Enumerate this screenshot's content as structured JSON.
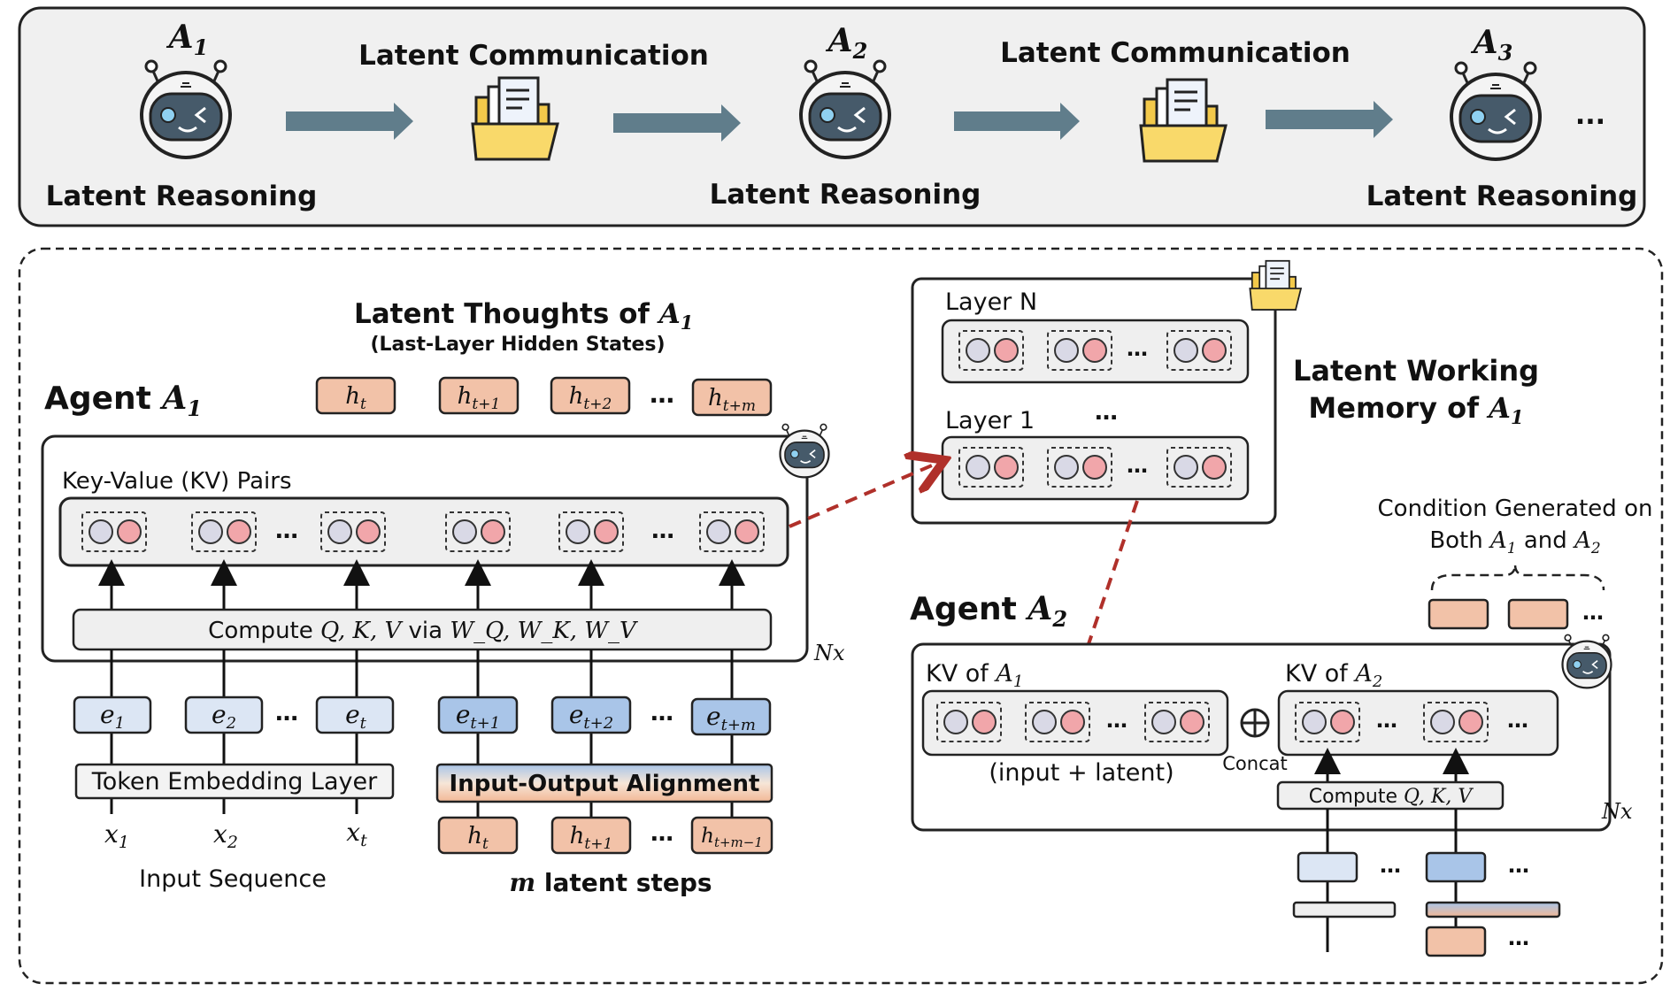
{
  "top_panel": {
    "agents": [
      {
        "name": "A",
        "sub": "1",
        "caption": "Latent Reasoning"
      },
      {
        "name": "A",
        "sub": "2",
        "caption": "Latent Reasoning"
      },
      {
        "name": "A",
        "sub": "3",
        "caption": "Latent Reasoning"
      }
    ],
    "communication_labels": [
      "Latent Communication",
      "Latent Communication"
    ],
    "ellipsis": "..."
  },
  "agent1": {
    "title_prefix": "Agent ",
    "title_var": "A",
    "title_sub": "1",
    "thoughts_title": "Latent Thoughts of ",
    "thoughts_var": "A",
    "thoughts_sub": "1",
    "thoughts_subtitle": "(Last-Layer Hidden States)",
    "latent_outputs": [
      {
        "base": "h",
        "sub": "t"
      },
      {
        "base": "h",
        "sub": "t+1"
      },
      {
        "base": "h",
        "sub": "t+2"
      },
      {
        "base": "h",
        "sub": "t+m"
      }
    ],
    "kv_label": "Key-Value (KV) Pairs",
    "compute_label_prefix": "Compute ",
    "compute_label_math": "Q, K, V",
    "compute_label_via": " via ",
    "compute_label_weights": "W_Q, W_K, W_V",
    "nx_label": "Nx",
    "embeddings": [
      {
        "base": "e",
        "sub": "1"
      },
      {
        "base": "e",
        "sub": "2"
      },
      {
        "base": "e",
        "sub": "t"
      },
      {
        "base": "e",
        "sub": "t+1"
      },
      {
        "base": "e",
        "sub": "t+2"
      },
      {
        "base": "e",
        "sub": "t+m"
      }
    ],
    "token_embedding_label": "Token Embedding Layer",
    "alignment_label": "Input-Output Alignment",
    "inputs": [
      {
        "base": "x",
        "sub": "1"
      },
      {
        "base": "x",
        "sub": "2"
      },
      {
        "base": "x",
        "sub": "t"
      }
    ],
    "latent_inputs": [
      {
        "base": "h",
        "sub": "t"
      },
      {
        "base": "h",
        "sub": "t+1"
      },
      {
        "base": "h",
        "sub": "t+m−1"
      }
    ],
    "input_sequence_label": "Input Sequence",
    "latent_steps_var": "m",
    "latent_steps_label": " latent steps"
  },
  "memory": {
    "layer_top": "Layer N",
    "layer_bottom": "Layer 1",
    "title_line1": "Latent Working",
    "title_line2_prefix": "Memory of ",
    "title_var": "A",
    "title_sub": "1"
  },
  "agent2": {
    "title_prefix": "Agent ",
    "title_var": "A",
    "title_sub": "2",
    "kv_a1_label": "KV of ",
    "kv_a1_var": "A",
    "kv_a1_sub": "1",
    "kv_a2_label": "KV of ",
    "kv_a2_var": "A",
    "kv_a2_sub": "2",
    "input_latent_label": "(input + latent)",
    "concat_label": "Concat",
    "compute_label_prefix": "Compute ",
    "compute_label_math": "Q, K, V",
    "nx_label": "Nx",
    "condition_line1": "Condition Generated on",
    "condition_line2_prefix": "Both ",
    "condition_line2_mid": " and ",
    "condition_a1_var": "A",
    "condition_a1_sub": "1",
    "condition_a2_var": "A",
    "condition_a2_sub": "2"
  },
  "colors": {
    "arrow_gray": "#607d8b",
    "hidden_fill": "#f2c2a8",
    "emb_light": "#dce6f4",
    "emb_dark": "#a9c5e8",
    "kv_gray": "#d9d9e6",
    "kv_pink": "#f1a6aa",
    "memory_arrow": "#b0302a"
  }
}
